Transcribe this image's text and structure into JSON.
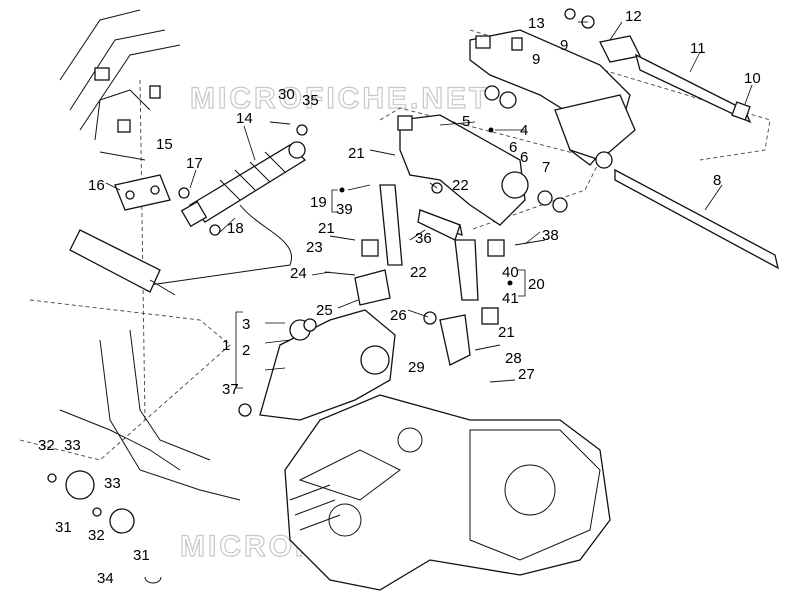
{
  "watermark": "MICROFICHE.NET",
  "callouts": [
    {
      "id": "c1",
      "label": "1"
    },
    {
      "id": "c2",
      "label": "2"
    },
    {
      "id": "c3",
      "label": "3"
    },
    {
      "id": "c4",
      "label": "4"
    },
    {
      "id": "c5",
      "label": "5"
    },
    {
      "id": "c6a",
      "label": "6"
    },
    {
      "id": "c6b",
      "label": "6"
    },
    {
      "id": "c7",
      "label": "7"
    },
    {
      "id": "c8",
      "label": "8"
    },
    {
      "id": "c9a",
      "label": "9"
    },
    {
      "id": "c9b",
      "label": "9"
    },
    {
      "id": "c10",
      "label": "10"
    },
    {
      "id": "c11",
      "label": "11"
    },
    {
      "id": "c12",
      "label": "12"
    },
    {
      "id": "c13",
      "label": "13"
    },
    {
      "id": "c14",
      "label": "14"
    },
    {
      "id": "c15",
      "label": "15"
    },
    {
      "id": "c16",
      "label": "16"
    },
    {
      "id": "c17",
      "label": "17"
    },
    {
      "id": "c18",
      "label": "18"
    },
    {
      "id": "c19",
      "label": "19"
    },
    {
      "id": "c20",
      "label": "20"
    },
    {
      "id": "c21a",
      "label": "21"
    },
    {
      "id": "c21b",
      "label": "21"
    },
    {
      "id": "c21c",
      "label": "21"
    },
    {
      "id": "c22a",
      "label": "22"
    },
    {
      "id": "c22b",
      "label": "22"
    },
    {
      "id": "c23",
      "label": "23"
    },
    {
      "id": "c24",
      "label": "24"
    },
    {
      "id": "c25",
      "label": "25"
    },
    {
      "id": "c26",
      "label": "26"
    },
    {
      "id": "c27",
      "label": "27"
    },
    {
      "id": "c28",
      "label": "28"
    },
    {
      "id": "c29",
      "label": "29"
    },
    {
      "id": "c30",
      "label": "30"
    },
    {
      "id": "c31a",
      "label": "31"
    },
    {
      "id": "c31b",
      "label": "31"
    },
    {
      "id": "c32a",
      "label": "32"
    },
    {
      "id": "c32b",
      "label": "32"
    },
    {
      "id": "c33a",
      "label": "33"
    },
    {
      "id": "c33b",
      "label": "33"
    },
    {
      "id": "c34",
      "label": "34"
    },
    {
      "id": "c35",
      "label": "35"
    },
    {
      "id": "c36",
      "label": "36"
    },
    {
      "id": "c37",
      "label": "37"
    },
    {
      "id": "c38",
      "label": "38"
    },
    {
      "id": "c39",
      "label": "39"
    },
    {
      "id": "c40",
      "label": "40"
    },
    {
      "id": "c41",
      "label": "41"
    }
  ]
}
